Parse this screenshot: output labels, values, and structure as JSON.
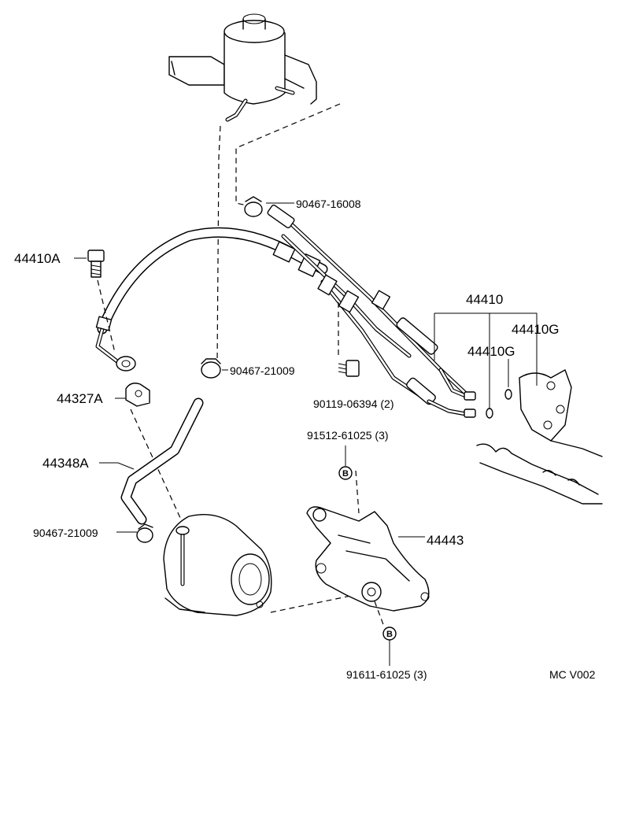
{
  "parts": {
    "clamp_upper": "90467-16008",
    "union_bolt": "44410A",
    "clamp_mid": "90467-21009",
    "pressure_tube": "44410",
    "gasket_a": "44410G",
    "gasket_b": "44410G",
    "bolt_a": "90119-06394 (2)",
    "clamp_b": "44327A",
    "return_hose": "44348A",
    "bolt_upper_b": "91512-61025 (3)",
    "clamp_lower": "90467-21009",
    "bracket": "44443",
    "bolt_lower_b": "91611-61025 (3)"
  },
  "marker": "B",
  "code": "MC V002"
}
